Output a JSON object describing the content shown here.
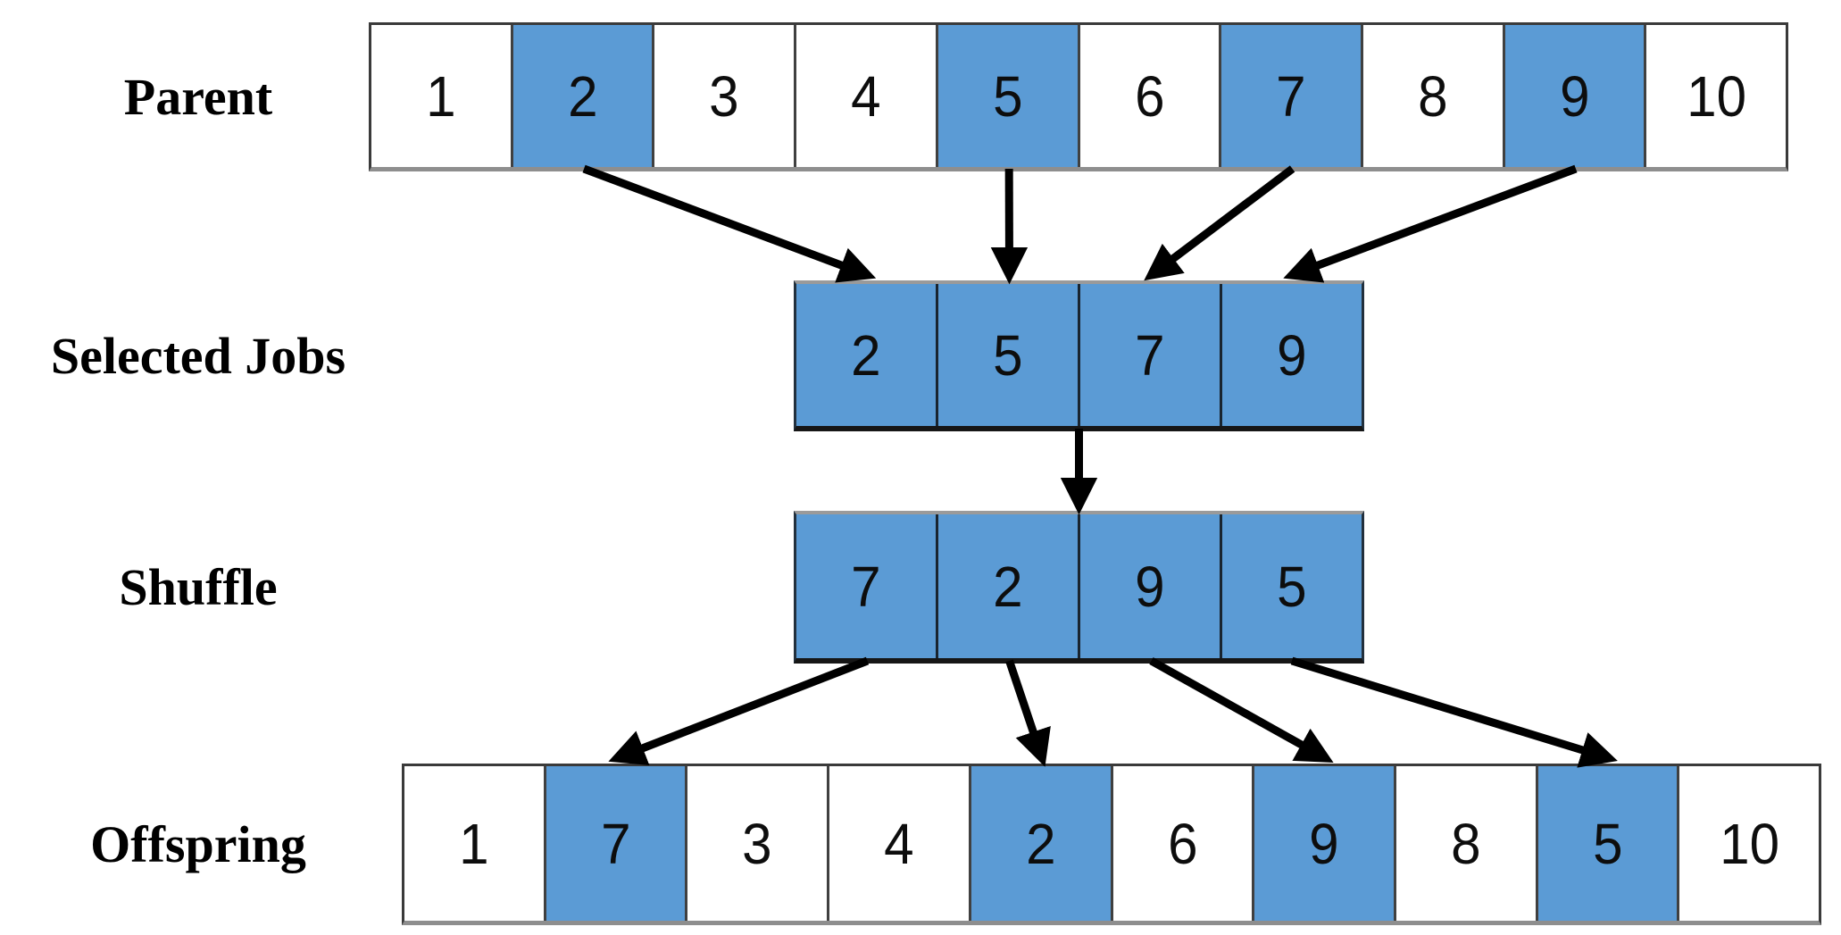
{
  "diagram": {
    "colors": {
      "highlight": "#5B9BD5",
      "arrow": "#000000",
      "cell_background": "#FFFFFF",
      "text": "#0D0D0D"
    },
    "rows": [
      {
        "id": "parent",
        "label": "Parent",
        "cells": [
          {
            "value": "1",
            "highlighted": false
          },
          {
            "value": "2",
            "highlighted": true
          },
          {
            "value": "3",
            "highlighted": false
          },
          {
            "value": "4",
            "highlighted": false
          },
          {
            "value": "5",
            "highlighted": true
          },
          {
            "value": "6",
            "highlighted": false
          },
          {
            "value": "7",
            "highlighted": true
          },
          {
            "value": "8",
            "highlighted": false
          },
          {
            "value": "9",
            "highlighted": true
          },
          {
            "value": "10",
            "highlighted": false
          }
        ]
      },
      {
        "id": "selected",
        "label": "Selected Jobs",
        "cells": [
          {
            "value": "2",
            "highlighted": true
          },
          {
            "value": "5",
            "highlighted": true
          },
          {
            "value": "7",
            "highlighted": true
          },
          {
            "value": "9",
            "highlighted": true
          }
        ]
      },
      {
        "id": "shuffle",
        "label": "Shuffle",
        "cells": [
          {
            "value": "7",
            "highlighted": true
          },
          {
            "value": "2",
            "highlighted": true
          },
          {
            "value": "9",
            "highlighted": true
          },
          {
            "value": "5",
            "highlighted": true
          }
        ]
      },
      {
        "id": "offspring",
        "label": "Offspring",
        "cells": [
          {
            "value": "1",
            "highlighted": false
          },
          {
            "value": "7",
            "highlighted": true
          },
          {
            "value": "3",
            "highlighted": false
          },
          {
            "value": "4",
            "highlighted": false
          },
          {
            "value": "2",
            "highlighted": true
          },
          {
            "value": "6",
            "highlighted": false
          },
          {
            "value": "9",
            "highlighted": true
          },
          {
            "value": "8",
            "highlighted": false
          },
          {
            "value": "5",
            "highlighted": true
          },
          {
            "value": "10",
            "highlighted": false
          }
        ]
      }
    ],
    "arrows": [
      {
        "from": {
          "row": "parent",
          "cell": 1
        },
        "to": {
          "row": "selected",
          "cell": 0
        }
      },
      {
        "from": {
          "row": "parent",
          "cell": 4
        },
        "to": {
          "row": "selected",
          "cell": 1
        }
      },
      {
        "from": {
          "row": "parent",
          "cell": 6
        },
        "to": {
          "row": "selected",
          "cell": 2
        }
      },
      {
        "from": {
          "row": "parent",
          "cell": 8
        },
        "to": {
          "row": "selected",
          "cell": 3
        }
      },
      {
        "from": {
          "row": "selected",
          "cell": null
        },
        "to": {
          "row": "shuffle",
          "cell": null
        }
      },
      {
        "from": {
          "row": "shuffle",
          "cell": 0
        },
        "to": {
          "row": "offspring",
          "cell": 1
        }
      },
      {
        "from": {
          "row": "shuffle",
          "cell": 1
        },
        "to": {
          "row": "offspring",
          "cell": 4
        }
      },
      {
        "from": {
          "row": "shuffle",
          "cell": 2
        },
        "to": {
          "row": "offspring",
          "cell": 6
        }
      },
      {
        "from": {
          "row": "shuffle",
          "cell": 3
        },
        "to": {
          "row": "offspring",
          "cell": 8
        }
      }
    ]
  }
}
